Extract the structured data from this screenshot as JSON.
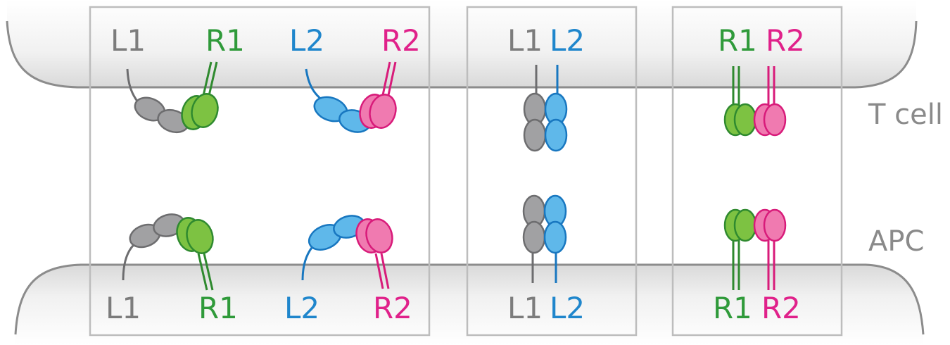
{
  "colors": {
    "L1": "#7c7c7c",
    "R1": "#2f9a3a",
    "L2": "#1f86cc",
    "R2": "#e0218a",
    "gray_fill": "#a1a1a3",
    "gray_stroke": "#6d6d6f",
    "green_fill": "#7dc242",
    "green_stroke": "#2f8a2f",
    "blue_fill": "#5fb8ea",
    "blue_stroke": "#1877c0",
    "pink_fill": "#f07ab0",
    "pink_stroke": "#d81b7a",
    "membrane_stroke": "#8c8c8c",
    "panel_stroke": "#bdbdbd"
  },
  "cells": {
    "top": "T cell",
    "bottom": "APC"
  },
  "panels": {
    "cis_pairs": {
      "top_labels": [
        "L1",
        "R1",
        "L2",
        "R2"
      ],
      "bottom_labels": [
        "L1",
        "R1",
        "L2",
        "R2"
      ]
    },
    "ligand_cluster": {
      "top_labels": [
        "L1",
        "L2"
      ],
      "bottom_labels": [
        "L1",
        "L2"
      ]
    },
    "receptor_cluster": {
      "top_labels": [
        "R1",
        "R2"
      ],
      "bottom_labels": [
        "R1",
        "R2"
      ]
    }
  }
}
